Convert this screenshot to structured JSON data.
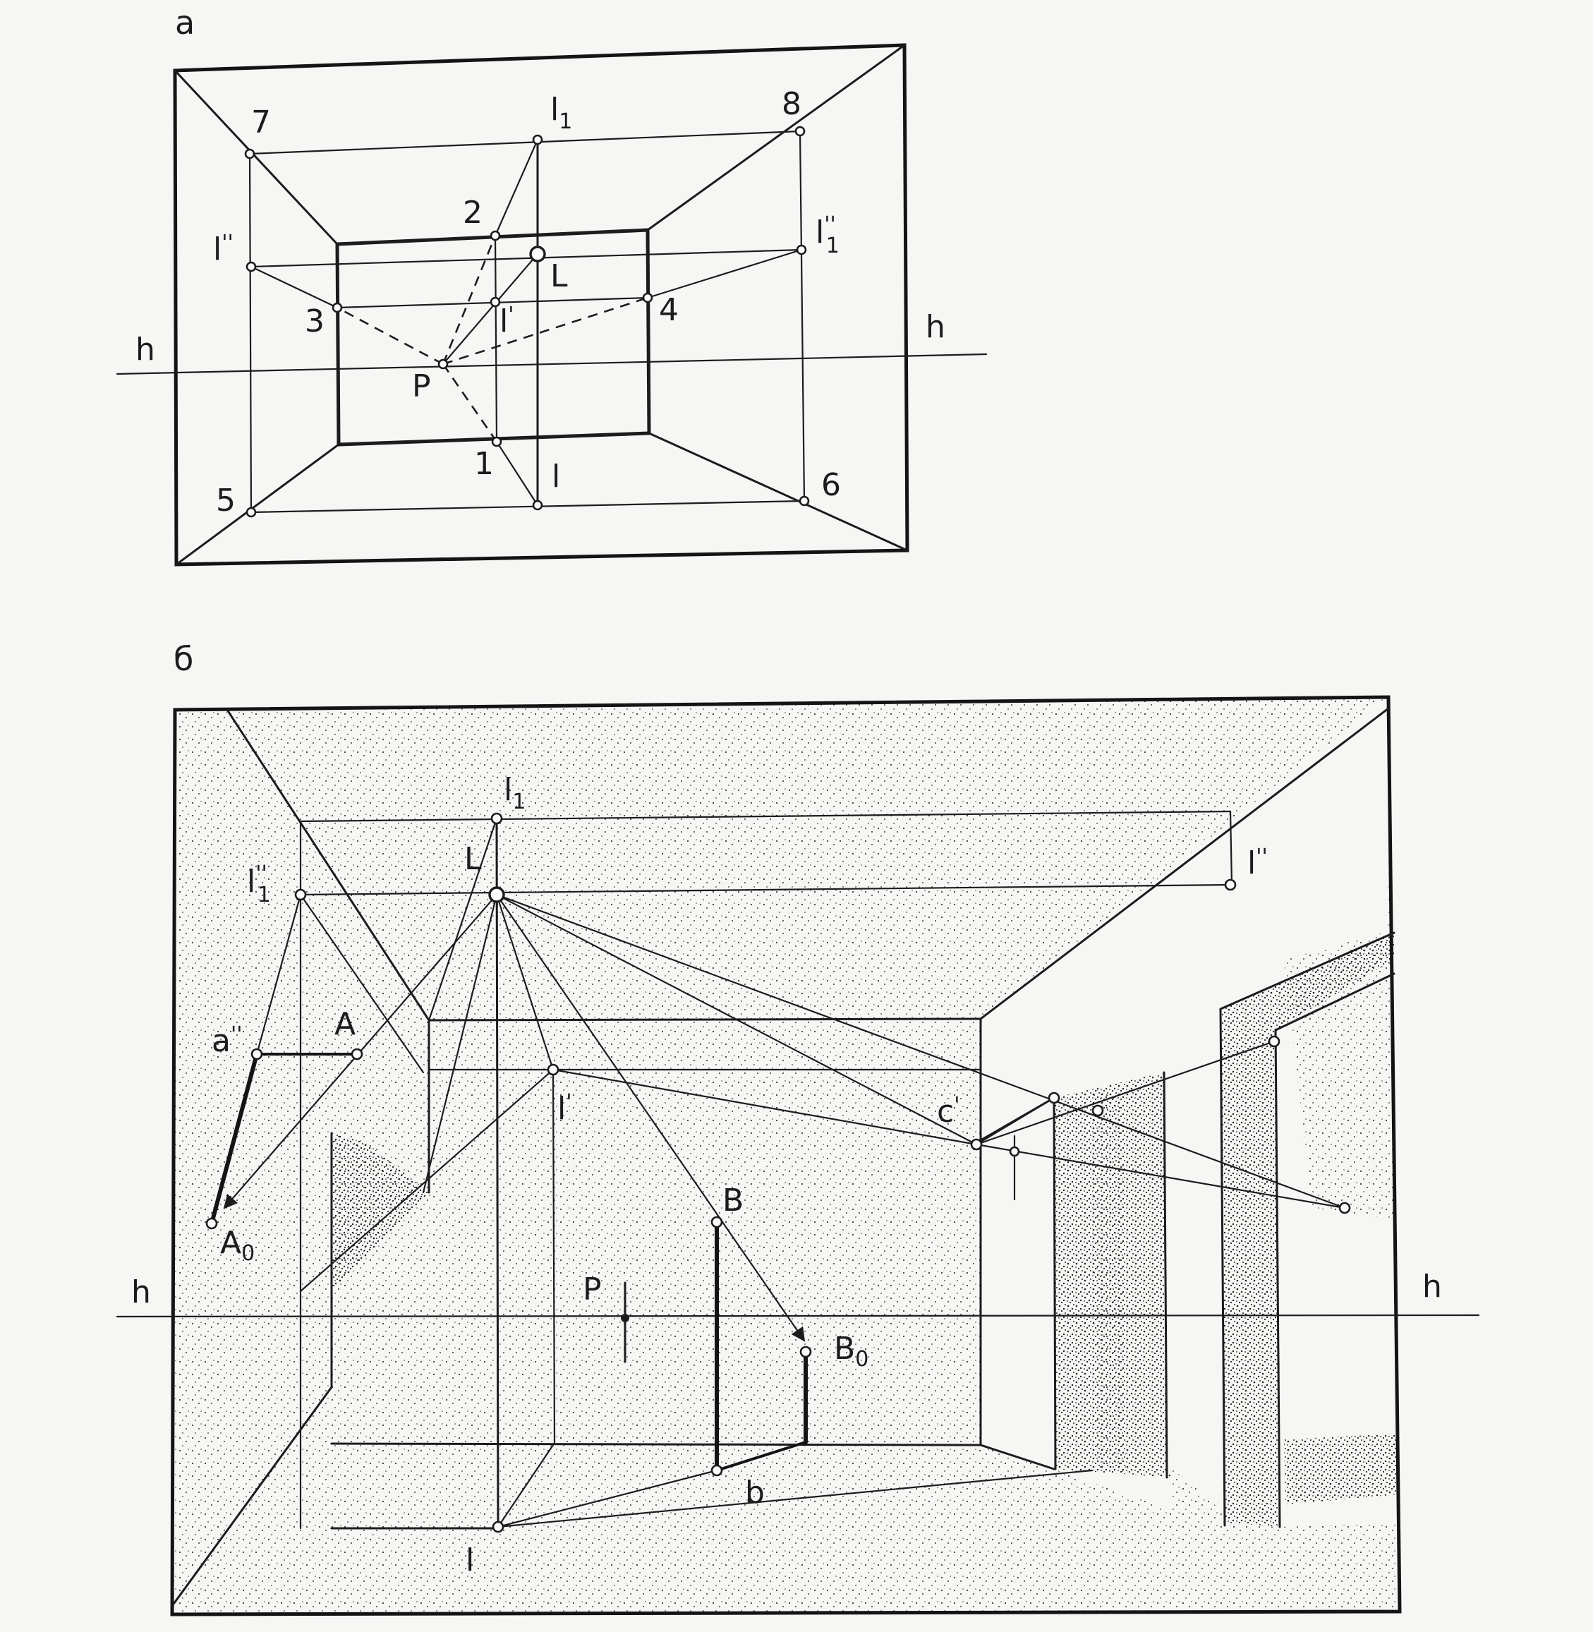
{
  "figure": {
    "panel_a": {
      "label": "а",
      "horizon_labels": [
        "h",
        "h"
      ],
      "points": {
        "p7": "7",
        "p8": "8",
        "p5": "5",
        "p6": "6",
        "p1": "1",
        "p2": "2",
        "p3": "3",
        "p4": "4",
        "P": "P",
        "L": "L",
        "l1_main": "l",
        "l1_sub": "1",
        "l2_main": "l",
        "l2_sup": "''",
        "l3_main": "l",
        "l3_sup": "''",
        "l3_sub": "1",
        "l4_main": "l",
        "l4_sup": "'",
        "l5_main": "l"
      }
    },
    "panel_b": {
      "label": "б",
      "horizon_labels": [
        "h",
        "h"
      ],
      "points": {
        "l1_main": "l",
        "l1_sub": "1",
        "L": "L",
        "l2_main": "l",
        "l2_sup": "''",
        "l2_sub": "1",
        "l3_main": "l",
        "l3_sup": "''",
        "l4_main": "l",
        "l4_sup": "'",
        "l5_main": "l",
        "a_main": "a",
        "a_sup": "''",
        "A": "A",
        "A0_main": "A",
        "A0_sub": "0",
        "B": "B",
        "B0_main": "B",
        "B0_sub": "0",
        "b": "b",
        "c_main": "c",
        "c_sup": "'",
        "P": "P"
      }
    }
  }
}
